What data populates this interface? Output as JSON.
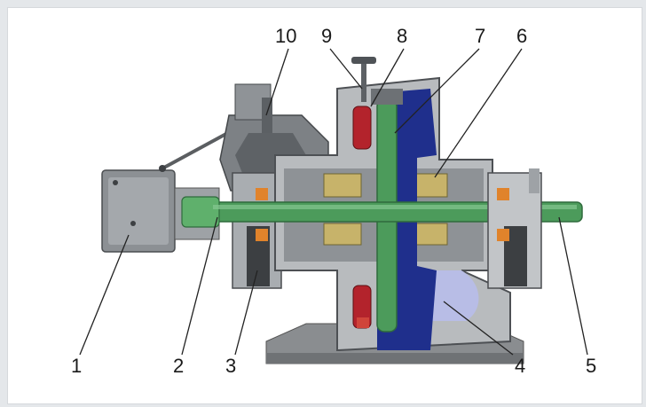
{
  "colors": {
    "background": "#ffffff",
    "frame": "#e4e7ea",
    "casing": "#7f8387",
    "casing_light": "#b9bcbf",
    "shaft": "#4c9b5b",
    "shaft_dark": "#2f6b3c",
    "impeller": "#1f2f8c",
    "seal_red": "#b3232c",
    "bearing_orange": "#e0832b",
    "volute_light": "#b8bde6",
    "block_yellow": "#c7b36a"
  },
  "callouts": [
    {
      "id": "1",
      "label": "1"
    },
    {
      "id": "2",
      "label": "2"
    },
    {
      "id": "3",
      "label": "3"
    },
    {
      "id": "4",
      "label": "4"
    },
    {
      "id": "5",
      "label": "5"
    },
    {
      "id": "6",
      "label": "6"
    },
    {
      "id": "7",
      "label": "7"
    },
    {
      "id": "8",
      "label": "8"
    },
    {
      "id": "9",
      "label": "9"
    },
    {
      "id": "10",
      "label": "10"
    }
  ]
}
